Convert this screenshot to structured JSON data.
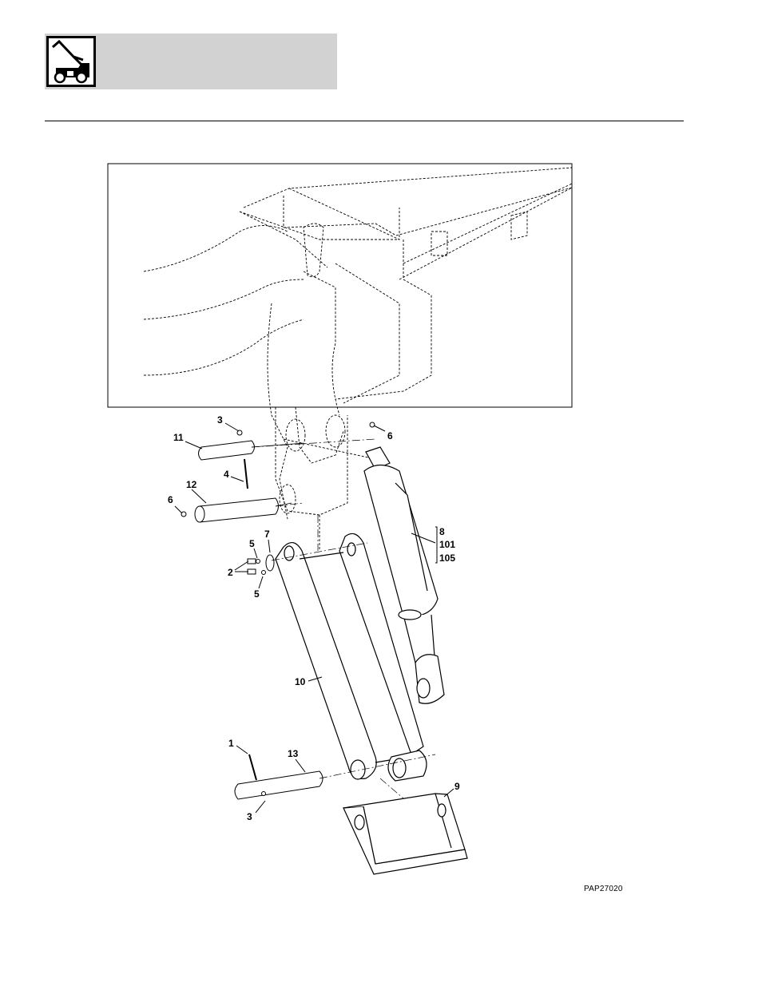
{
  "header": {
    "icon": "loader-boom-icon"
  },
  "labels": {
    "l1": "1",
    "l2": "2",
    "l3a": "3",
    "l3b": "3",
    "l4": "4",
    "l5a": "5",
    "l5b": "5",
    "l6a": "6",
    "l6b": "6",
    "l7": "7",
    "l8": "8",
    "l101": "101",
    "l105": "105",
    "l9": "9",
    "l10": "10",
    "l11": "11",
    "l12": "12",
    "l13": "13"
  },
  "figure_code": "PAP27020"
}
